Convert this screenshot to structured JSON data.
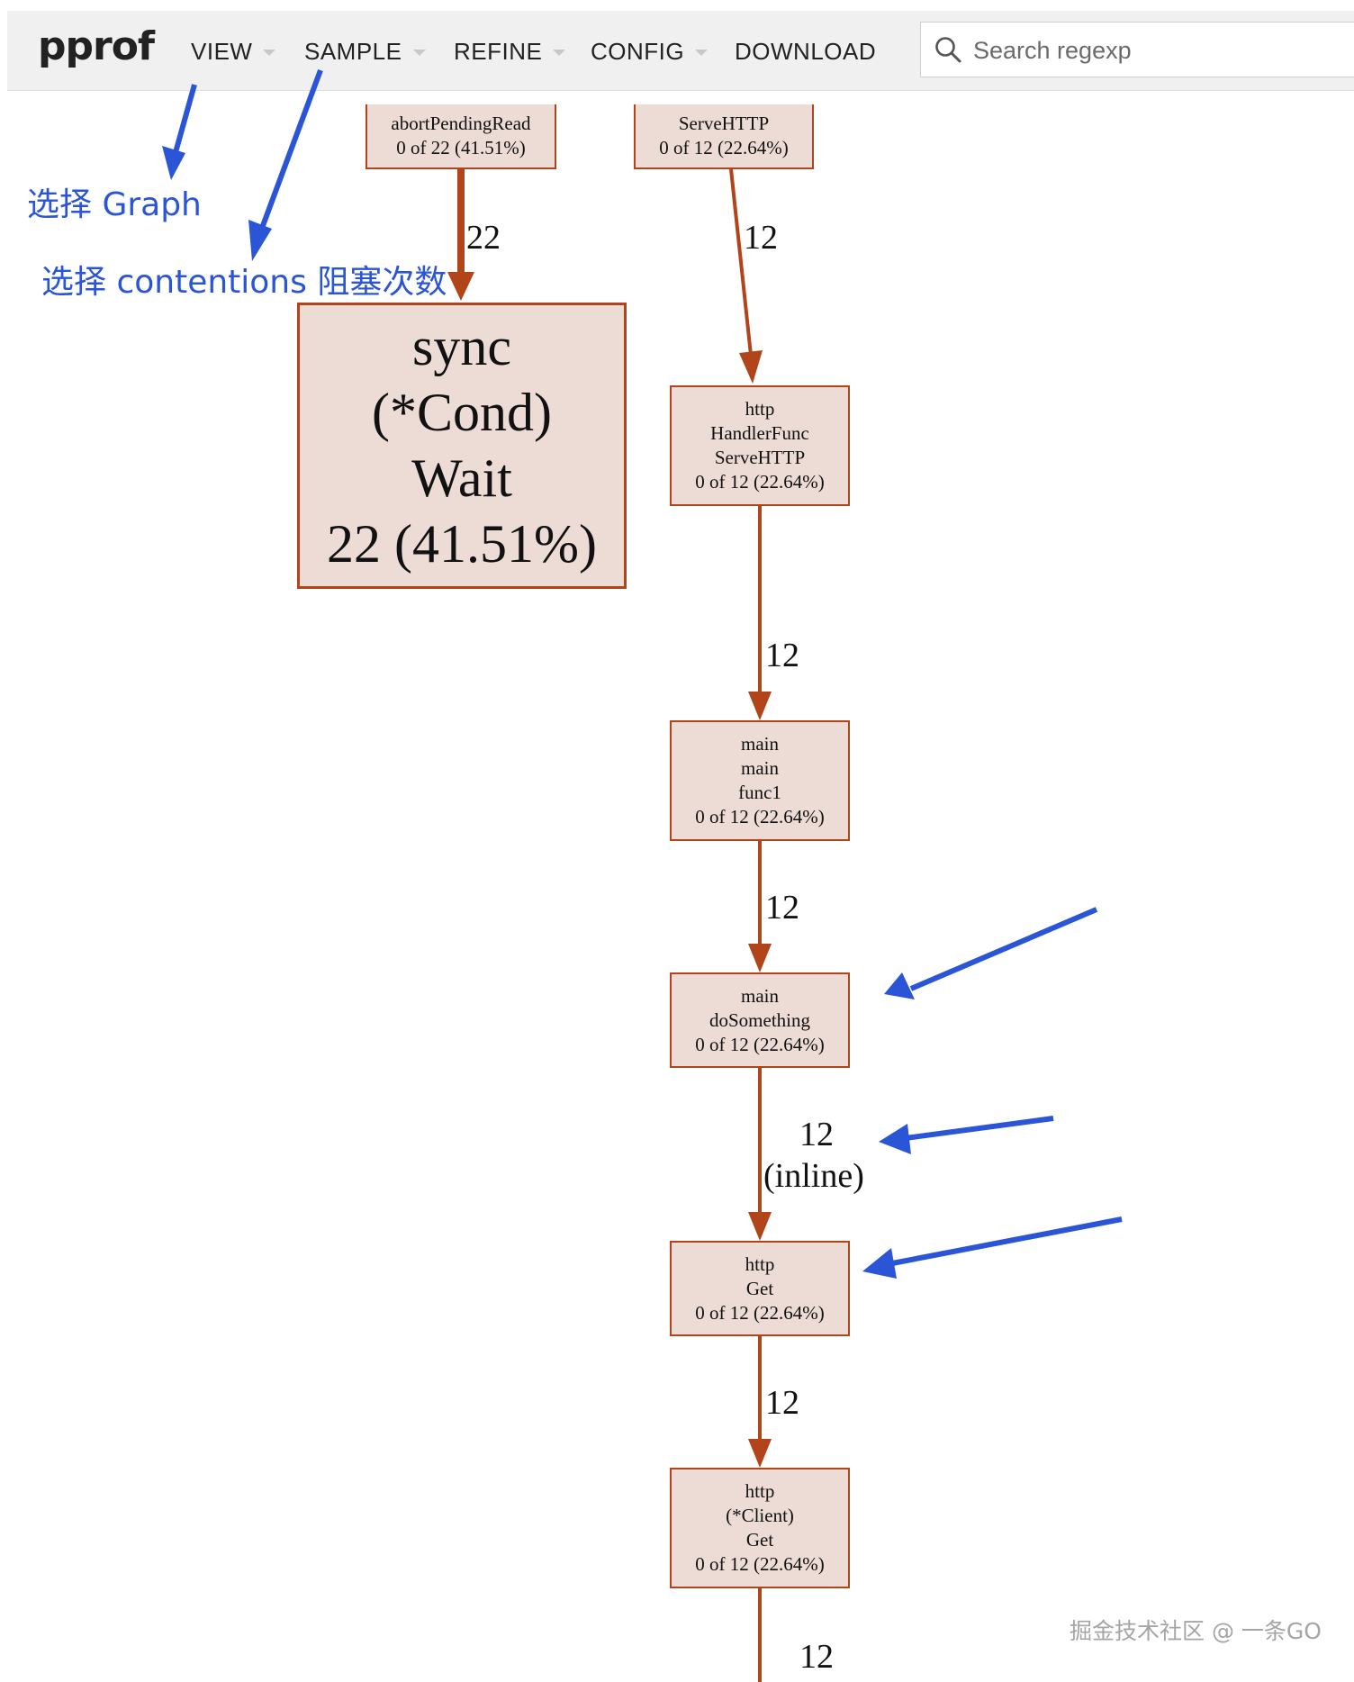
{
  "app": {
    "logo": "pprof"
  },
  "menu": [
    {
      "label": "VIEW",
      "dropdown": true
    },
    {
      "label": "SAMPLE",
      "dropdown": true
    },
    {
      "label": "REFINE",
      "dropdown": true
    },
    {
      "label": "CONFIG",
      "dropdown": true
    },
    {
      "label": "DOWNLOAD",
      "dropdown": false
    }
  ],
  "search": {
    "placeholder": "Search regexp",
    "value": ""
  },
  "graph": {
    "nodes": {
      "abort_pending_read": {
        "lines": [
          "abortPendingRead",
          "0 of 22 (41.51%)"
        ]
      },
      "serve_http_top": {
        "lines": [
          "ServeHTTP",
          "0 of 12 (22.64%)"
        ]
      },
      "sync_cond_wait": {
        "lines": [
          "sync",
          "(*Cond)",
          "Wait",
          "22 (41.51%)"
        ]
      },
      "http_handlerfunc": {
        "lines": [
          "http",
          "HandlerFunc",
          "ServeHTTP",
          "0 of 12 (22.64%)"
        ]
      },
      "main_main_func1": {
        "lines": [
          "main",
          "main",
          "func1",
          "0 of 12 (22.64%)"
        ]
      },
      "main_dosomething": {
        "lines": [
          "main",
          "doSomething",
          "0 of 12 (22.64%)"
        ]
      },
      "http_get": {
        "lines": [
          "http",
          "Get",
          "0 of 12 (22.64%)"
        ]
      },
      "http_client_get": {
        "lines": [
          "http",
          "(*Client)",
          "Get",
          "0 of 12 (22.64%)"
        ]
      }
    },
    "edges": {
      "e1": "22",
      "e2": "12",
      "e3": "12",
      "e4": "12",
      "e5_count": "12",
      "e5_inline": "(inline)",
      "e6": "12",
      "e7": "12"
    }
  },
  "annotations": {
    "select_graph": "选择 Graph",
    "select_contentions": "选择 contentions 阻塞次数"
  },
  "colors": {
    "node_fill": "#eddbd5",
    "node_border": "#b2441a",
    "edge": "#b2441a",
    "annotation": "#2a55d6"
  },
  "watermark": "掘金技术社区 @ 一条GO"
}
